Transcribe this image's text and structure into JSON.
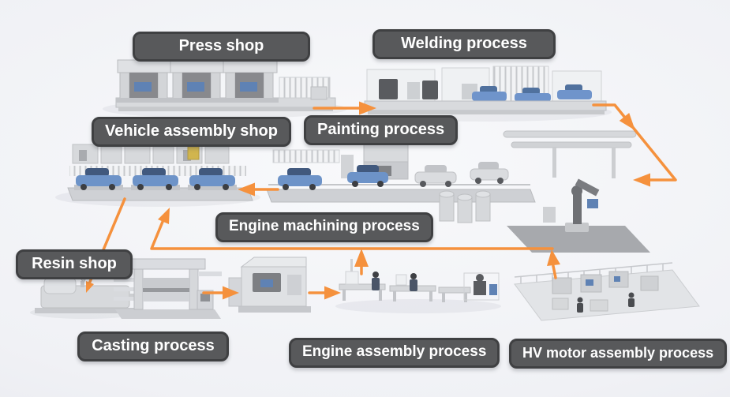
{
  "labels": {
    "press_shop": "Press shop",
    "welding": "Welding process",
    "vehicle_assembly": "Vehicle assembly shop",
    "painting": "Painting process",
    "engine_machining": "Engine machining process",
    "resin_shop": "Resin shop",
    "casting": "Casting process",
    "engine_assembly": "Engine assembly process",
    "hv_motor": "HV motor assembly process"
  },
  "flows": [
    {
      "from": "Press shop",
      "to": "Welding process"
    },
    {
      "from": "Welding process",
      "to": "Painting process"
    },
    {
      "from": "Painting process",
      "to": "Vehicle assembly shop"
    },
    {
      "from": "Vehicle assembly shop",
      "to": "Resin shop"
    },
    {
      "from": "Casting process",
      "to": "Engine machining process"
    },
    {
      "from": "Engine machining process",
      "to": "Engine assembly process"
    },
    {
      "from": "Engine assembly process",
      "to": "Vehicle assembly shop"
    },
    {
      "from": "HV motor assembly process",
      "to": "Vehicle assembly shop"
    }
  ],
  "colors": {
    "accent_orange": "#F5913D",
    "bubble_bg": "#58595B",
    "bubble_border": "#3F4042",
    "bubble_text": "#FFFFFF",
    "car_blue": "#6D93C8",
    "machinery_gray": "#D6D8DB",
    "background": "#F1F2F5"
  }
}
